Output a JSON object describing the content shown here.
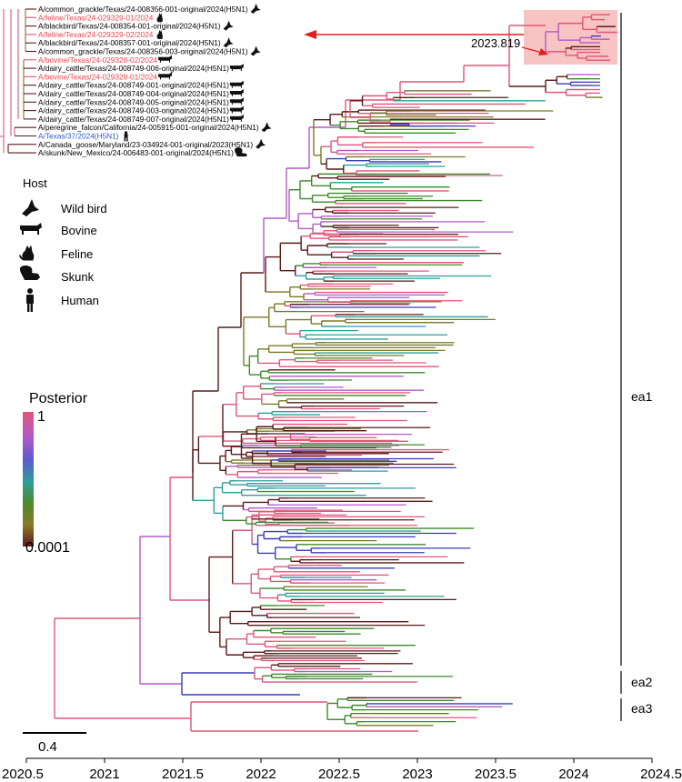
{
  "inset_tips": [
    {
      "label": "A/common_grackle/Texas/24-008356-001-original/2024(H5N1)",
      "color": "#000000",
      "host": "bird-icon"
    },
    {
      "label": "A/feline/Texas/24-029329-01/2024",
      "color": "#e8464e",
      "host": "cat-icon"
    },
    {
      "label": "A/blackbird/Texas/24-008354-001-original/2024(H5N1)",
      "color": "#000000",
      "host": "bird-icon"
    },
    {
      "label": "A/feline/Texas/24-029329-02/2024",
      "color": "#e8464e",
      "host": "cat-icon"
    },
    {
      "label": "A/blackbird/Texas/24-008357-001-original/2024(H5N1)",
      "color": "#000000",
      "host": "bird-icon"
    },
    {
      "label": "A/common_grackle/Texas/24-008356-003-original/2024(H5N1)",
      "color": "#000000",
      "host": "bird-icon"
    },
    {
      "label": "A/bovine/Texas/24-029328-02/2024",
      "color": "#e8464e",
      "host": "cow-icon"
    },
    {
      "label": "A/dairy_cattle/Texas/24-008749-006-original/2024(H5N1)",
      "color": "#000000",
      "host": "cow-icon"
    },
    {
      "label": "A/bovine/Texas/24-029328-01/2024",
      "color": "#e8464e",
      "host": "cow-icon"
    },
    {
      "label": "A/dairy_cattle/Texas/24-008749-001-original/2024(H5N1)",
      "color": "#000000",
      "host": "cow-icon"
    },
    {
      "label": "A/dairy_cattle/Texas/24-008749-004-original/2024(H5N1)",
      "color": "#000000",
      "host": "cow-icon"
    },
    {
      "label": "A/dairy_cattle/Texas/24-008749-005-original/2024(H5N1)",
      "color": "#000000",
      "host": "cow-icon"
    },
    {
      "label": "A/dairy_cattle/Texas/24-008749-003-original/2024(H5N1)",
      "color": "#000000",
      "host": "cow-icon"
    },
    {
      "label": "A/dairy_cattle/Texas/24-008749-007-original/2024(H5N1)",
      "color": "#000000",
      "host": "cow-icon"
    },
    {
      "label": "A/peregrine_falcon/California/24-005915-001-original/2024(H5N1)",
      "color": "#000000",
      "host": "bird-icon"
    },
    {
      "label": "A/Texas/37/2024(H5N1)",
      "color": "#2f57c8",
      "host": "human-icon"
    },
    {
      "label": "A/Canada_goose/Maryland/23-034924-001-original/2023(H5N1)",
      "color": "#000000",
      "host": "bird-icon"
    },
    {
      "label": "A/skunk/New_Mexico/24-006483-001-original/2024(H5N1)",
      "color": "#000000",
      "host": "skunk-icon"
    }
  ],
  "host_legend": {
    "title": "Host",
    "items": [
      {
        "label": "Wild bird",
        "icon": "bird-icon"
      },
      {
        "label": "Bovine",
        "icon": "cow-icon"
      },
      {
        "label": "Feline",
        "icon": "cat-icon"
      },
      {
        "label": "Skunk",
        "icon": "skunk-icon"
      },
      {
        "label": "Human",
        "icon": "human-icon"
      }
    ]
  },
  "posterior_legend": {
    "title": "Posterior",
    "max_label": "1",
    "min_label": "0.0001",
    "gradient_colors": [
      "#e0567a",
      "#b45ac8",
      "#5c5ad0",
      "#2f9e9a",
      "#4f8a2a",
      "#8a7a28",
      "#5a1a1a"
    ]
  },
  "node_annotation": "2023.819",
  "scale_bar_label": "0.4",
  "axis": {
    "ticks": [
      "2020.5",
      "2021",
      "2021.5",
      "2022",
      "2022.5",
      "2023",
      "2023.5",
      "2024",
      "2024.5"
    ],
    "min": 2020.5,
    "max": 2024.5
  },
  "clades": [
    {
      "label": "ea1"
    },
    {
      "label": "ea2"
    },
    {
      "label": "ea3"
    }
  ],
  "branch_colors": {
    "high": "#e0567a",
    "purple": "#b45ac8",
    "blue": "#3c3cbe",
    "teal": "#2f9e9a",
    "green": "#3c8a2a",
    "olive": "#7a7a28",
    "low": "#5a1a1a"
  },
  "highlight": {
    "box_color": "#f7b9b9",
    "arrow_color": "#e02020"
  }
}
